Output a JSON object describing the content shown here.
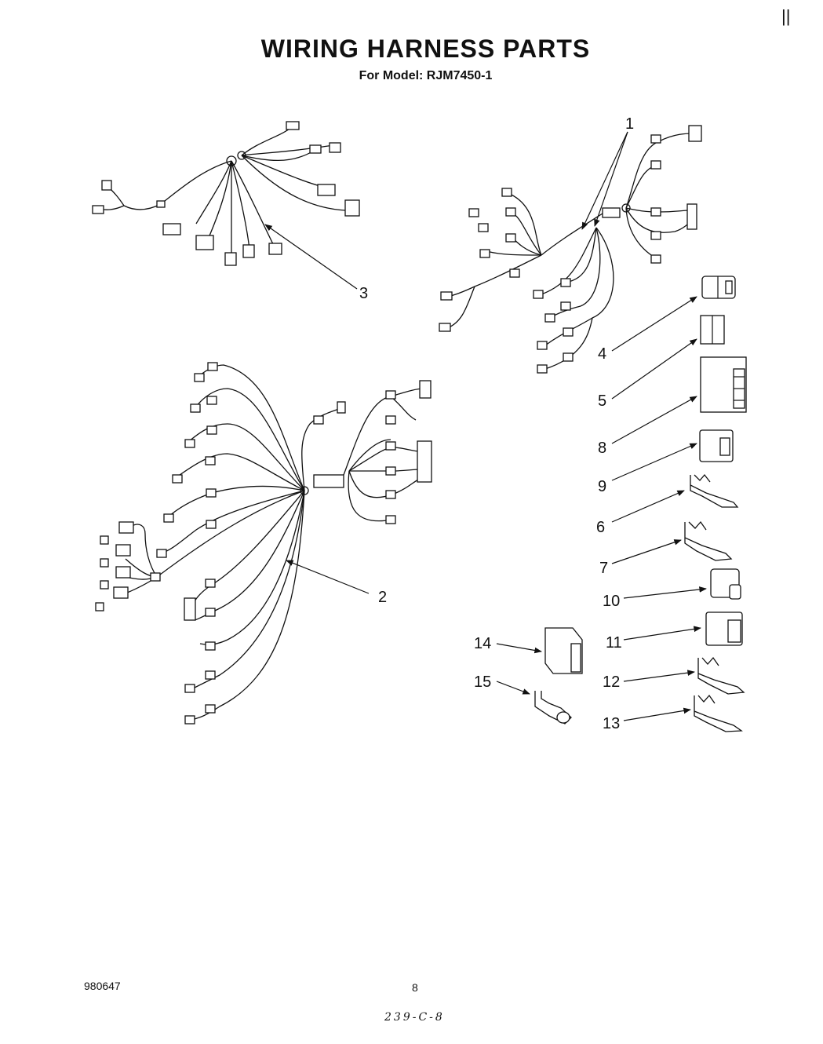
{
  "header": {
    "title": "WIRING HARNESS PARTS",
    "subtitle": "For Model: RJM7450-1",
    "corner_mark": "||"
  },
  "callouts": [
    "1",
    "2",
    "3",
    "4",
    "5",
    "6",
    "7",
    "8",
    "9",
    "10",
    "11",
    "12",
    "13",
    "14",
    "15"
  ],
  "footer": {
    "code": "980647",
    "page": "8",
    "handwritten": "239-C-8"
  }
}
